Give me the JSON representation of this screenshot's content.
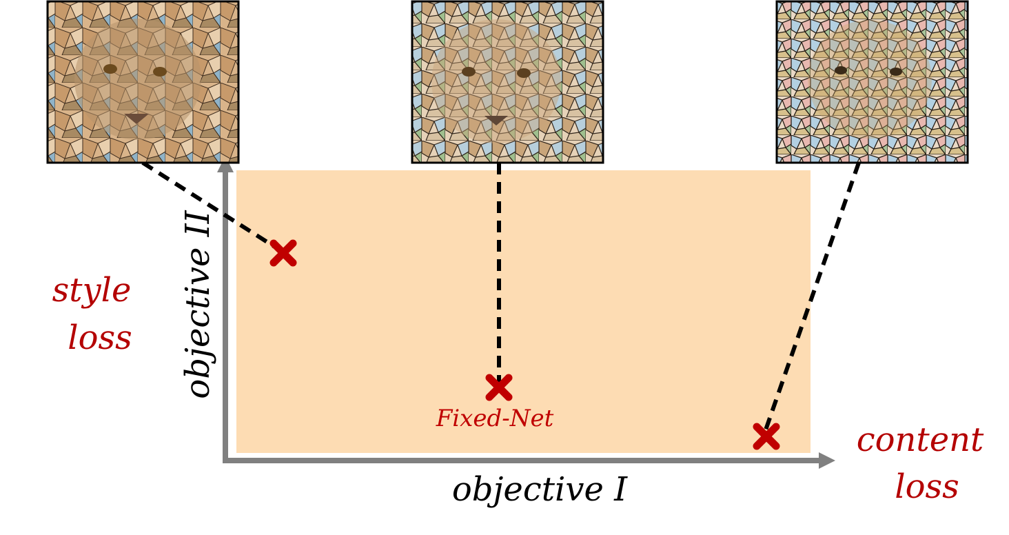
{
  "labels": {
    "x_axis": "objective I",
    "y_axis": "objective II",
    "left_side": [
      "style",
      "loss"
    ],
    "right_side": [
      "content",
      "loss"
    ],
    "marker_fixed": "Fixed-Net"
  },
  "colors": {
    "region_fill": "#fddcb3",
    "axis": "#808080",
    "marker": "#c00000",
    "side_label": "#b40000",
    "axis_label": "#000000",
    "connector": "#000000"
  },
  "images": [
    {
      "name": "puma-stylized-weak",
      "description_icon": "puma-image"
    },
    {
      "name": "puma-stylized-medium",
      "description_icon": "puma-image"
    },
    {
      "name": "puma-stylized-strong",
      "description_icon": "puma-image"
    }
  ],
  "points": [
    {
      "name": "point-style-heavy",
      "label": ""
    },
    {
      "name": "point-fixed-net",
      "label": "Fixed-Net"
    },
    {
      "name": "point-content-heavy",
      "label": ""
    }
  ]
}
